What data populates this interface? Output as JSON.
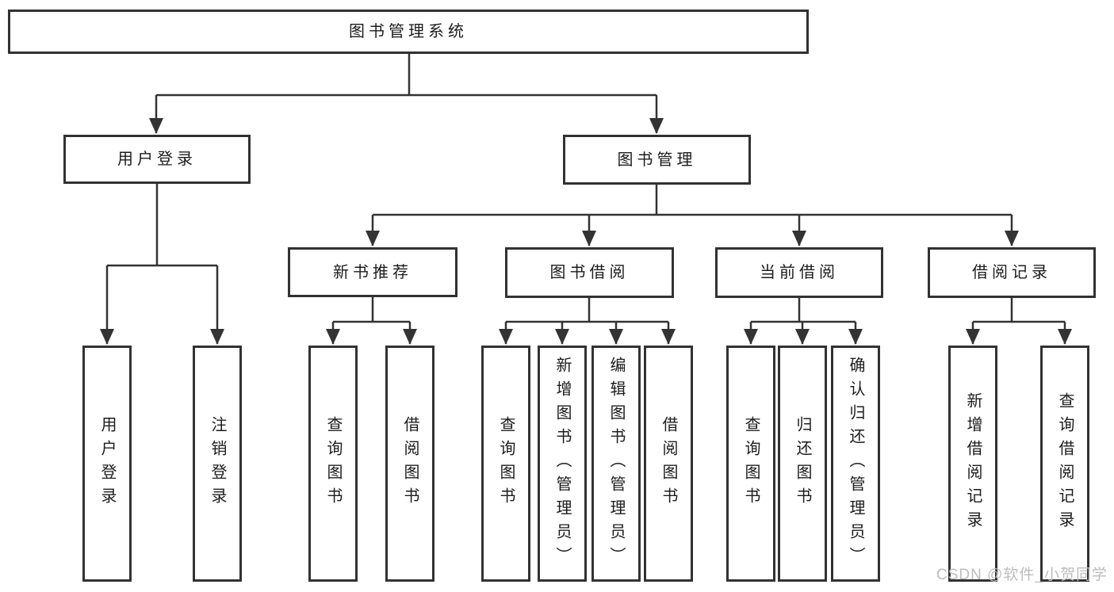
{
  "colors": {
    "line": "#333333",
    "box_border": "#323232",
    "text": "#1c1c1c",
    "watermark": "#bdbdbd",
    "background": "#ffffff"
  },
  "tree": {
    "root": {
      "label": "图书管理系统",
      "children": [
        {
          "label": "用户登录",
          "children": [
            {
              "label": "用户登录"
            },
            {
              "label": "注销登录"
            }
          ]
        },
        {
          "label": "图书管理",
          "children": [
            {
              "label": "新书推荐",
              "children": [
                {
                  "label": "查询图书"
                },
                {
                  "label": "借阅图书"
                }
              ]
            },
            {
              "label": "图书借阅",
              "children": [
                {
                  "label": "查询图书"
                },
                {
                  "label": "新增图书（管理员）"
                },
                {
                  "label": "编辑图书（管理员）"
                },
                {
                  "label": "借阅图书"
                }
              ]
            },
            {
              "label": "当前借阅",
              "children": [
                {
                  "label": "查询图书"
                },
                {
                  "label": "归还图书"
                },
                {
                  "label": "确认归还（管理员）"
                }
              ]
            },
            {
              "label": "借阅记录",
              "children": [
                {
                  "label": "新增借阅记录"
                },
                {
                  "label": "查询借阅记录"
                }
              ]
            }
          ]
        }
      ]
    }
  },
  "watermark": {
    "text": "CSDN @软件_小贺同学"
  }
}
